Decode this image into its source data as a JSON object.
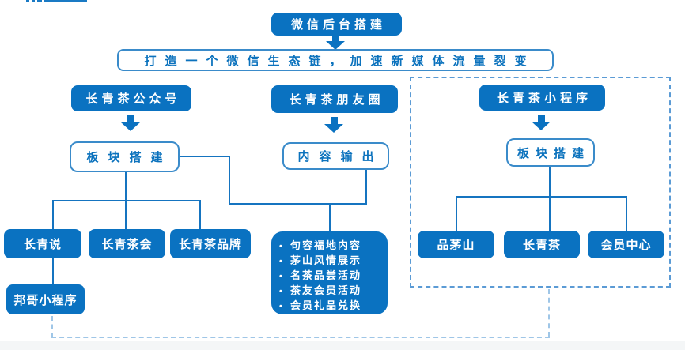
{
  "palette": {
    "primary_blue": "#0a72c1",
    "outline_blue": "#3a8bca",
    "text_blue": "#0b72bd",
    "connector_blue": "#1574c0",
    "dashed_region_blue": "#5b9bd5",
    "light_dashed_blue": "#9fc6e7",
    "footer_grey": "#f4f6f7"
  },
  "root": {
    "title": "微信后台搭建"
  },
  "banner": {
    "text": "打造一个微信生态链，加速新媒体流量裂变"
  },
  "branches": {
    "official": {
      "header": "长青茶公众号",
      "sub": "板块搭建",
      "children": [
        "长青说",
        "长青茶会",
        "长青茶品牌"
      ],
      "grandchild": "邦哥小程序"
    },
    "moments": {
      "header": "长青茶朋友圈",
      "sub": "内容输出",
      "bullets": [
        "句容福地内容",
        "茅山风情展示",
        "名茶品尝活动",
        "茶友会员活动",
        "会员礼品兑换"
      ]
    },
    "miniprogram": {
      "header": "长青茶小程序",
      "sub": "板块搭建",
      "children": [
        "品茅山",
        "长青茶",
        "会员中心"
      ]
    }
  },
  "icons": {
    "down_arrow": "block-down-arrow"
  }
}
